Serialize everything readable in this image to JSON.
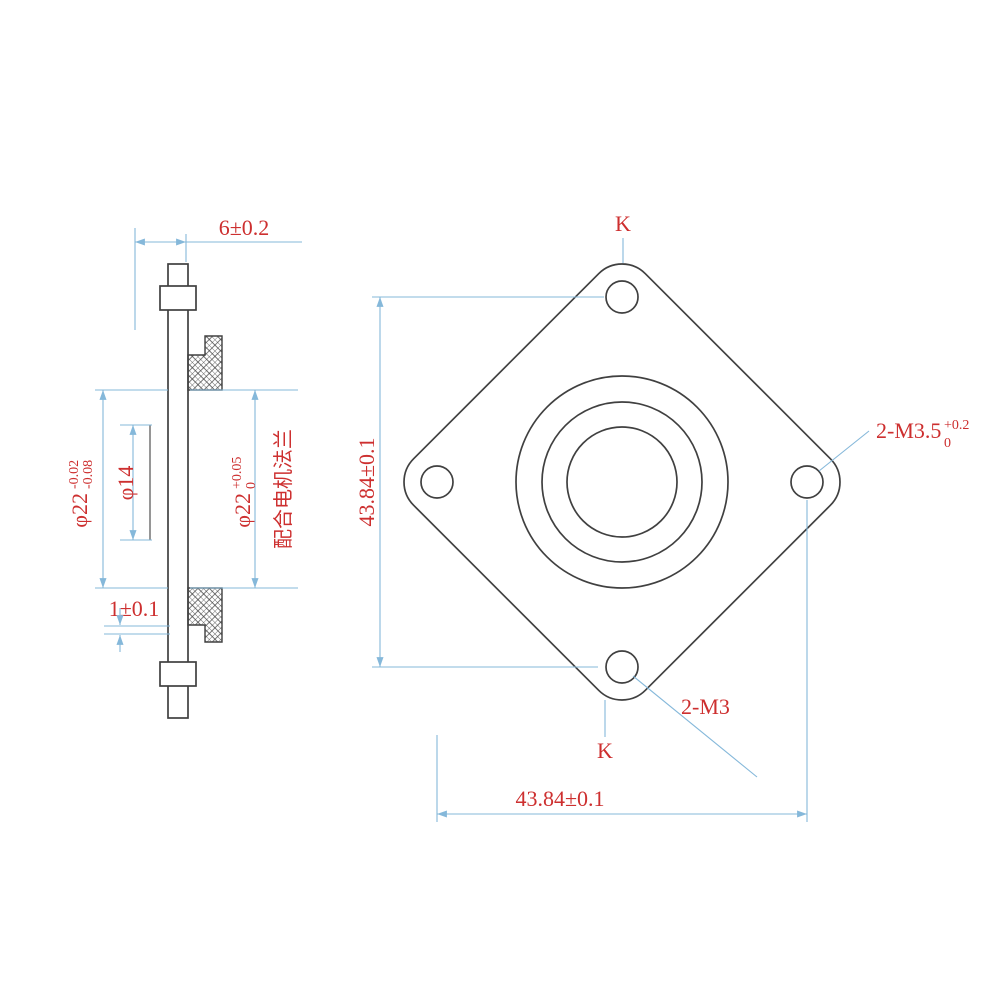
{
  "drawing": {
    "section_view": {
      "thickness_dim": "6±0.2",
      "outer_dia": "φ22",
      "outer_dia_tol_upper": "-0.02",
      "outer_dia_tol_lower": "-0.08",
      "bore_dia": "φ14",
      "spigot_dia": "φ22",
      "spigot_tol_upper": "+0.05",
      "spigot_tol_lower": "0",
      "note_chinese": "配合电机法兰",
      "gap_dim": "1±0.1"
    },
    "front_view": {
      "section_label_top": "K",
      "section_label_bottom": "K",
      "vertical_dim": "43.84±0.1",
      "horizontal_dim": "43.84±0.1",
      "thread_label_right": "2-M3.5",
      "thread_right_tol_upper": "+0.2",
      "thread_right_tol_lower": "0",
      "thread_label_bottom": "2-M3"
    }
  },
  "colors": {
    "geometry": "#404040",
    "dimension": "#85b8da",
    "label": "#cd2f2f"
  }
}
